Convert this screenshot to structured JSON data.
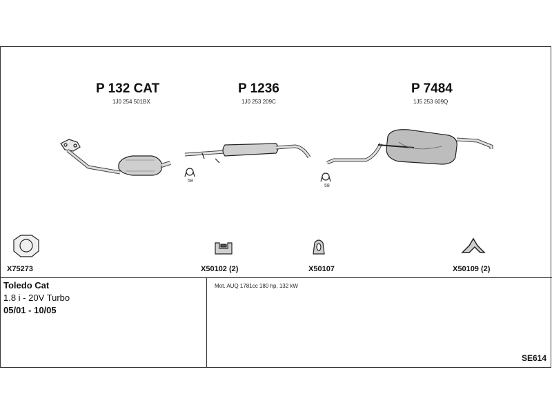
{
  "parts": [
    {
      "number": "P 132 CAT",
      "oe": "1J0 254 501BX"
    },
    {
      "number": "P 1236",
      "oe": "1J0 253 209C"
    },
    {
      "number": "P 7484",
      "oe": "1J5 253 609Q"
    }
  ],
  "clamp_labels": [
    "58",
    "58"
  ],
  "accessories": [
    {
      "label": "X75273"
    },
    {
      "label": "X50102 (2)"
    },
    {
      "label": "X50107"
    },
    {
      "label": "X50109 (2)"
    }
  ],
  "vehicle": {
    "model": "Toledo Cat",
    "engine": "1.8 i - 20V Turbo",
    "dates": "05/01 - 10/05"
  },
  "engine_details": "Mot. AUQ 1781cc 180 hp, 132 kW",
  "diagram_code": "SE614"
}
